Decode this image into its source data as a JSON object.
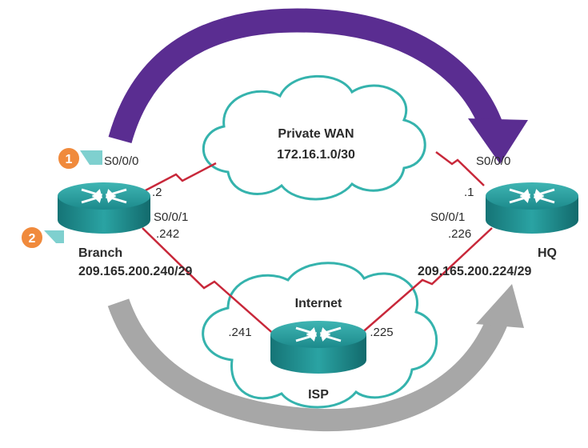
{
  "colors": {
    "purple_arrow": "#5a2d91",
    "gray_arrow": "#a7a7a7",
    "cloud_stroke": "#35b3ad",
    "serial_link": "#c8283a",
    "router_teal": "#1f8c8c",
    "badge_orange": "#f08a3c"
  },
  "wan": {
    "name": "Private WAN",
    "network": "172.16.1.0/30"
  },
  "internet": {
    "name": "Internet",
    "isp_label": "ISP",
    "branch_side_ip": ".241",
    "hq_side_ip": ".225"
  },
  "branch": {
    "name": "Branch",
    "network": "209.165.200.240/29",
    "s000_label": "S0/0/0",
    "s000_ip": ".2",
    "s001_label": "S0/0/1",
    "s001_ip": ".242"
  },
  "hq": {
    "name": "HQ",
    "network": "209.165.200.224/29",
    "s000_label": "S0/0/0",
    "s000_ip": ".1",
    "s001_label": "S0/0/1",
    "s001_ip": ".226"
  },
  "badges": {
    "one": "1",
    "two": "2"
  }
}
